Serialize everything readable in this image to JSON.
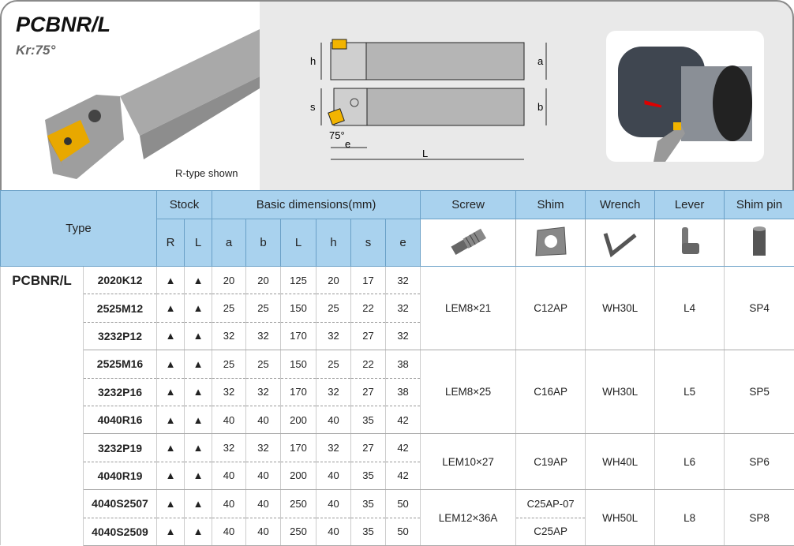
{
  "header": {
    "title": "PCBNR/L",
    "kr": "Kr:75°",
    "caption": "R-type shown",
    "dims": {
      "h": "h",
      "a": "a",
      "s": "s",
      "b": "b",
      "e": "e",
      "L": "L",
      "angle": "75°"
    }
  },
  "colors": {
    "header_bg": "#a9d2ee",
    "insert": "#f2b400"
  },
  "table": {
    "headers": {
      "type": "Type",
      "stock": "Stock",
      "basic": "Basic dimensions(mm)",
      "screw": "Screw",
      "shim": "Shim",
      "wrench": "Wrench",
      "lever": "Lever",
      "shim_pin": "Shim pin",
      "sub": [
        "R",
        "L",
        "a",
        "b",
        "L",
        "h",
        "s",
        "e"
      ]
    },
    "family": "PCBNR/L",
    "rows": [
      {
        "code": "2020K12",
        "R": "▲",
        "L": "▲",
        "dims": [
          "20",
          "20",
          "125",
          "20",
          "17",
          "32"
        ]
      },
      {
        "code": "2525M12",
        "R": "▲",
        "L": "▲",
        "dims": [
          "25",
          "25",
          "150",
          "25",
          "22",
          "32"
        ]
      },
      {
        "code": "3232P12",
        "R": "▲",
        "L": "▲",
        "dims": [
          "32",
          "32",
          "170",
          "32",
          "27",
          "32"
        ]
      },
      {
        "code": "2525M16",
        "R": "▲",
        "L": "▲",
        "dims": [
          "25",
          "25",
          "150",
          "25",
          "22",
          "38"
        ]
      },
      {
        "code": "3232P16",
        "R": "▲",
        "L": "▲",
        "dims": [
          "32",
          "32",
          "170",
          "32",
          "27",
          "38"
        ]
      },
      {
        "code": "4040R16",
        "R": "▲",
        "L": "▲",
        "dims": [
          "40",
          "40",
          "200",
          "40",
          "35",
          "42"
        ]
      },
      {
        "code": "3232P19",
        "R": "▲",
        "L": "▲",
        "dims": [
          "32",
          "32",
          "170",
          "32",
          "27",
          "42"
        ]
      },
      {
        "code": "4040R19",
        "R": "▲",
        "L": "▲",
        "dims": [
          "40",
          "40",
          "200",
          "40",
          "35",
          "42"
        ]
      },
      {
        "code": "4040S2507",
        "R": "▲",
        "L": "▲",
        "dims": [
          "40",
          "40",
          "250",
          "40",
          "35",
          "50"
        ]
      },
      {
        "code": "4040S2509",
        "R": "▲",
        "L": "▲",
        "dims": [
          "40",
          "40",
          "250",
          "40",
          "35",
          "50"
        ]
      }
    ],
    "groups": [
      {
        "span": 3,
        "screw": "LEM8×21",
        "shim": [
          "C12AP"
        ],
        "wrench": "WH30L",
        "lever": "L4",
        "pin": "SP4"
      },
      {
        "span": 3,
        "screw": "LEM8×25",
        "shim": [
          "C16AP"
        ],
        "wrench": "WH30L",
        "lever": "L5",
        "pin": "SP5"
      },
      {
        "span": 2,
        "screw": "LEM10×27",
        "shim": [
          "C19AP"
        ],
        "wrench": "WH40L",
        "lever": "L6",
        "pin": "SP6"
      },
      {
        "span": 2,
        "screw": "LEM12×36A",
        "shim": [
          "C25AP-07",
          "C25AP"
        ],
        "wrench": "WH50L",
        "lever": "L8",
        "pin": "SP8"
      }
    ]
  }
}
